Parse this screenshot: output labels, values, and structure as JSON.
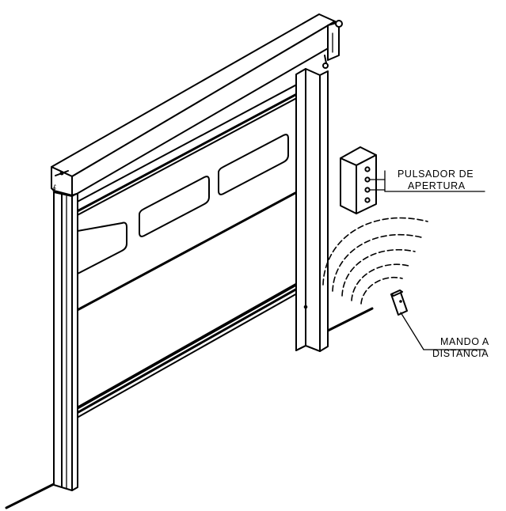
{
  "labels": {
    "push_button": [
      "PULSADOR DE",
      "APERTURA"
    ],
    "remote_control": [
      "MANDO A",
      "DISTANCIA"
    ]
  },
  "colors": {
    "line": "#000000",
    "background": "#ffffff"
  }
}
